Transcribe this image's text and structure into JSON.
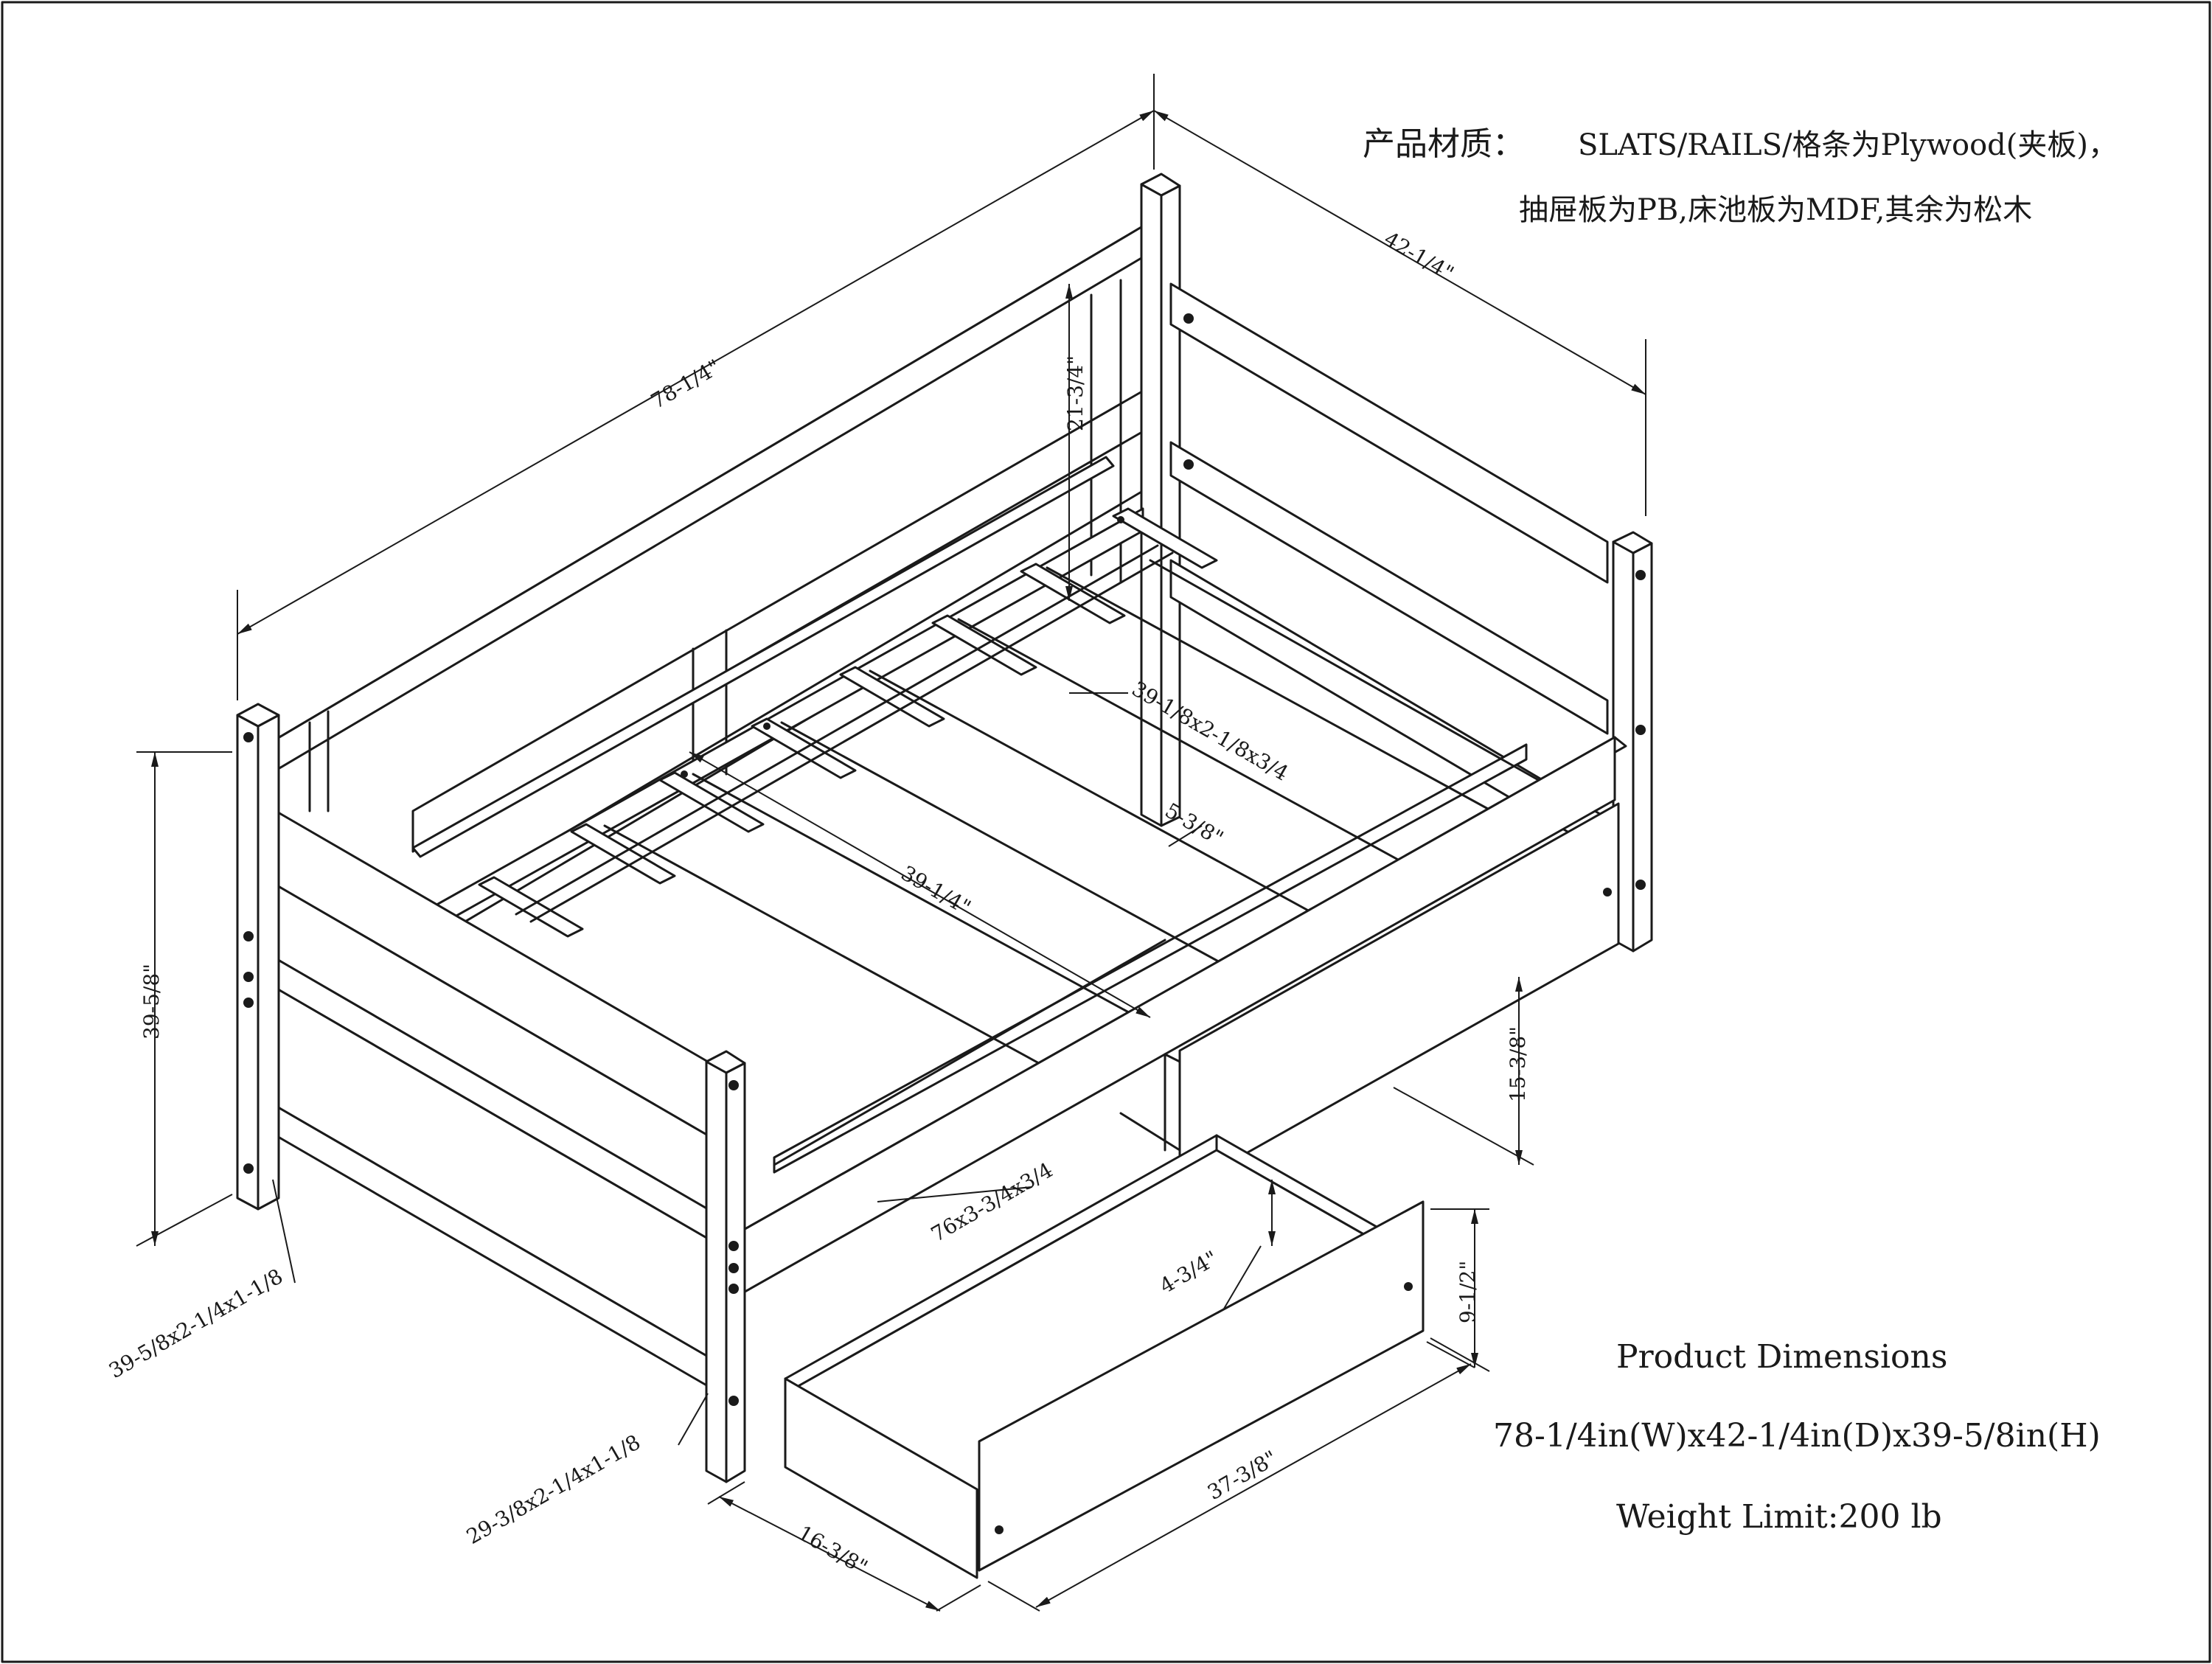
{
  "material_note": {
    "line1_label": "产品材质：",
    "line1_text": "SLATS/RAILS/格条为Plywood(夹板)，",
    "line2_text": "抽屉板为PB,床池板为MDF,其余为松木"
  },
  "product_info": {
    "heading": "Product Dimensions",
    "dimensions": "78-1/4in(W)x42-1/4in(D)x39-5/8in(H)",
    "weight_limit": "Weight Limit:200 lb"
  },
  "dimension_labels": {
    "overall_width": "78-1/4\"",
    "overall_depth": "42-1/4\"",
    "back_panel_height": "21-3/4\"",
    "slat_size": "39-1/8x2-1/8x3/4",
    "slat_spacing": "5-3/8\"",
    "inner_width": "39-1/4\"",
    "overall_height": "39-5/8\"",
    "headboard_post": "39-5/8x2-1/4x1-1/8",
    "footboard_post": "29-3/8x2-1/4x1-1/8",
    "side_rail": "76x3-3/4x3/4",
    "under_clearance": "15-3/8\"",
    "drawer_inner_height": "4-3/4\"",
    "drawer_height": "9-1/2\"",
    "drawer_length": "37-3/8\"",
    "drawer_depth": "16-3/8\""
  },
  "colors": {
    "line": "#1a1a1a",
    "background": "#ffffff"
  }
}
